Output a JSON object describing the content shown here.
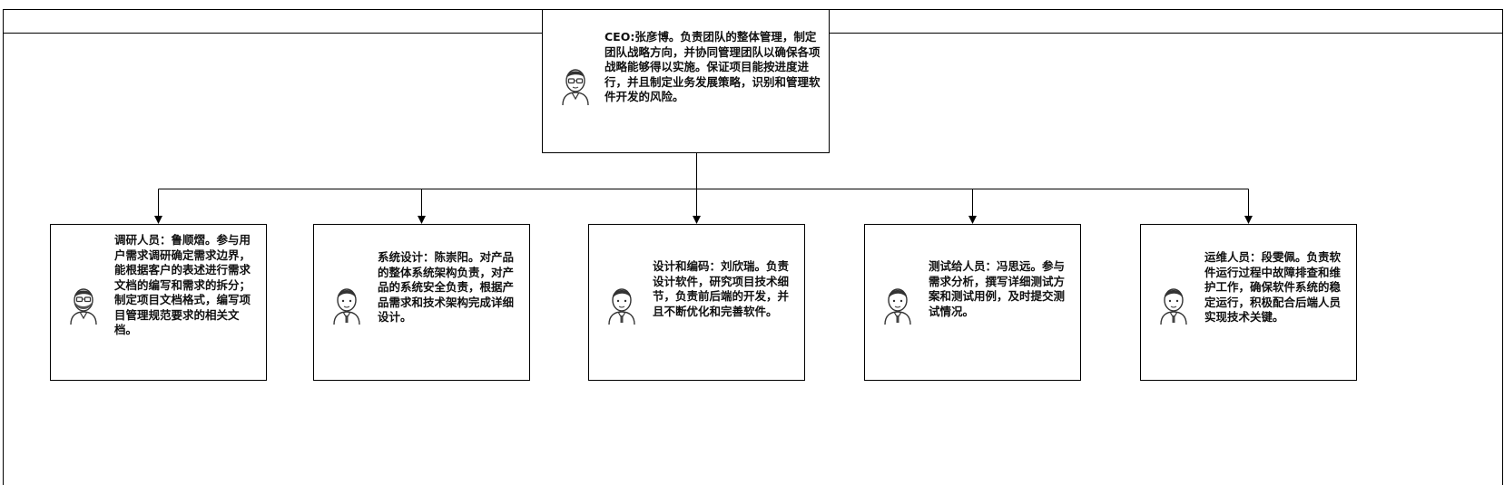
{
  "org": {
    "ceo": {
      "text": "CEO:张彦博。负责团队的整体管理，制定团队战略方向，并协同管理团队以确保各项战略能够得以实施。保证项目能按进度进行，并且制定业务发展策略，识别和管理软件开发的风险。",
      "icon": "person-glasses-icon"
    },
    "members": [
      {
        "text": "调研人员：鲁顺熠。参与用户需求调研确定需求边界，能根据客户的表述进行需求文档的编写和需求的拆分；制定项目文档格式，编写项目管理规范要求的相关文档。",
        "icon": "person-beard-glasses-icon"
      },
      {
        "text": "系统设计：陈崇阳。对产品的整体系统架构负责，对产品的系统安全负责，根据产品需求和技术架构完成详细设计。",
        "icon": "person-icon"
      },
      {
        "text": "设计和编码：刘欣瑞。负责设计软件，研究项目技术细节，负责前后端的开发，并且不断优化和完善软件。",
        "icon": "person-icon"
      },
      {
        "text": "测试给人员：冯思远。参与需求分析，撰写详细测试方案和测试用例，及时提交测试情况。",
        "icon": "person-icon"
      },
      {
        "text": "运维人员：段雯佩。负责软件运行过程中故障排查和维护工作，确保软件系统的稳定运行，积极配合后端人员实现技术关键。",
        "icon": "person-icon"
      }
    ],
    "colors": {
      "line": "#000000",
      "background": "#ffffff"
    }
  }
}
